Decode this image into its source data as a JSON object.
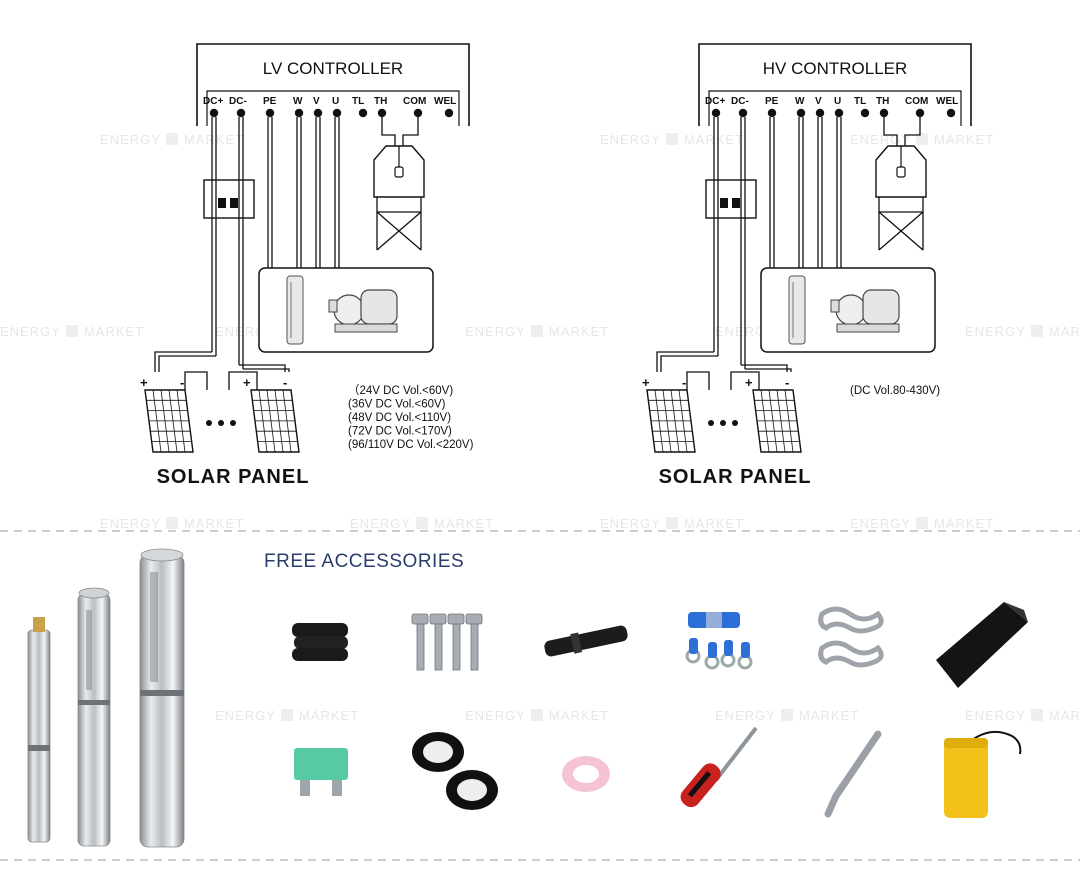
{
  "controllers": [
    {
      "title": "LV CONTROLLER",
      "terminals": [
        "DC+",
        "DC-",
        "PE",
        "W",
        "V",
        "U",
        "TL",
        "TH",
        "COM",
        "WEL"
      ],
      "voltage_notes": [
        "（24V DC Vol.<60V)",
        "(36V DC Vol.<60V)",
        "(48V DC Vol.<110V)",
        "(72V DC Vol.<170V)",
        "(96/110V DC Vol.<220V)"
      ],
      "panel_label": "SOLAR PANEL"
    },
    {
      "title": "HV CONTROLLER",
      "terminals": [
        "DC+",
        "DC-",
        "PE",
        "W",
        "V",
        "U",
        "TL",
        "TH",
        "COM",
        "WEL"
      ],
      "voltage_notes": [
        "(DC Vol.80-430V)"
      ],
      "panel_label": "SOLAR PANEL"
    }
  ],
  "polarity": {
    "plus": "+",
    "minus": "-"
  },
  "watermark": {
    "left": "ENERGY",
    "right": "MARKET"
  },
  "accessories": {
    "title": "FREE ACCESSORIES",
    "items": [
      {
        "icon": "heat-shrink-tube-icon"
      },
      {
        "icon": "bolts-icon"
      },
      {
        "icon": "cable-connector-icon"
      },
      {
        "icon": "crimp-terminals-icon"
      },
      {
        "icon": "s-hooks-icon"
      },
      {
        "icon": "black-pouch-icon"
      },
      {
        "icon": "fuse-icon"
      },
      {
        "icon": "insulation-tape-icon"
      },
      {
        "icon": "teflon-tape-icon"
      },
      {
        "icon": "screwdriver-icon"
      },
      {
        "icon": "hex-key-icon"
      },
      {
        "icon": "float-switch-icon"
      }
    ]
  },
  "colors": {
    "line": "#111111",
    "accent_title": "#2a3e6b",
    "watermark": "#e6e6e6",
    "dash": "#b0b0b0"
  }
}
